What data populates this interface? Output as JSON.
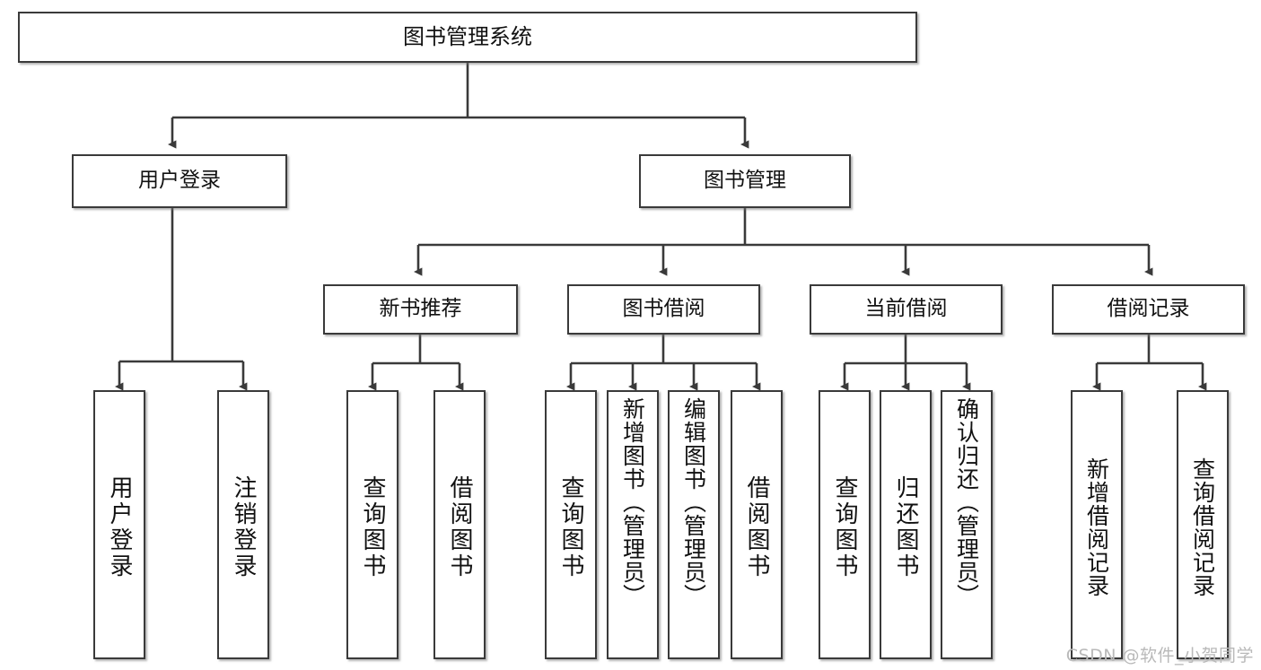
{
  "diagram": {
    "title": "图书管理系统",
    "type": "tree-hierarchy",
    "watermark": "CSDN @软件_小贺同学",
    "colors": {
      "background": "#ffffff",
      "box_border": "#3a3a3a",
      "box_fill": "#ffffff",
      "connector": "#3a3a3a",
      "text": "#111111",
      "watermark": "#b9b9b9"
    },
    "root": {
      "id": "root",
      "label": "图书管理系统"
    },
    "level1": [
      {
        "id": "n-user-login",
        "label": "用户登录"
      },
      {
        "id": "n-book-manage",
        "label": "图书管理"
      }
    ],
    "level2": [
      {
        "id": "n-new-book-rec",
        "label": "新书推荐",
        "parent": "n-book-manage"
      },
      {
        "id": "n-book-borrow",
        "label": "图书借阅",
        "parent": "n-book-manage"
      },
      {
        "id": "n-current-borrow",
        "label": "当前借阅",
        "parent": "n-book-manage"
      },
      {
        "id": "n-borrow-record",
        "label": "借阅记录",
        "parent": "n-book-manage"
      }
    ],
    "leaves": [
      {
        "id": "l-user-login",
        "label": "用户登录",
        "parent": "n-user-login"
      },
      {
        "id": "l-user-logout",
        "label": "注销登录",
        "parent": "n-user-login"
      },
      {
        "id": "l-query-book-1",
        "label": "查询图书",
        "parent": "n-new-book-rec"
      },
      {
        "id": "l-borrow-book-1",
        "label": "借阅图书",
        "parent": "n-new-book-rec"
      },
      {
        "id": "l-query-book-2",
        "label": "查询图书",
        "parent": "n-book-borrow"
      },
      {
        "id": "l-add-book",
        "label": "新增图书（管理员）",
        "parent": "n-book-borrow"
      },
      {
        "id": "l-edit-book",
        "label": "编辑图书（管理员）",
        "parent": "n-book-borrow"
      },
      {
        "id": "l-borrow-book-2",
        "label": "借阅图书",
        "parent": "n-book-borrow"
      },
      {
        "id": "l-query-book-3",
        "label": "查询图书",
        "parent": "n-current-borrow"
      },
      {
        "id": "l-return-book",
        "label": "归还图书",
        "parent": "n-current-borrow"
      },
      {
        "id": "l-confirm-return",
        "label": "确认归还（管理员）",
        "parent": "n-current-borrow"
      },
      {
        "id": "l-add-record",
        "label": "新增借阅记录",
        "parent": "n-borrow-record"
      },
      {
        "id": "l-query-record",
        "label": "查询借阅记录",
        "parent": "n-borrow-record"
      }
    ]
  }
}
